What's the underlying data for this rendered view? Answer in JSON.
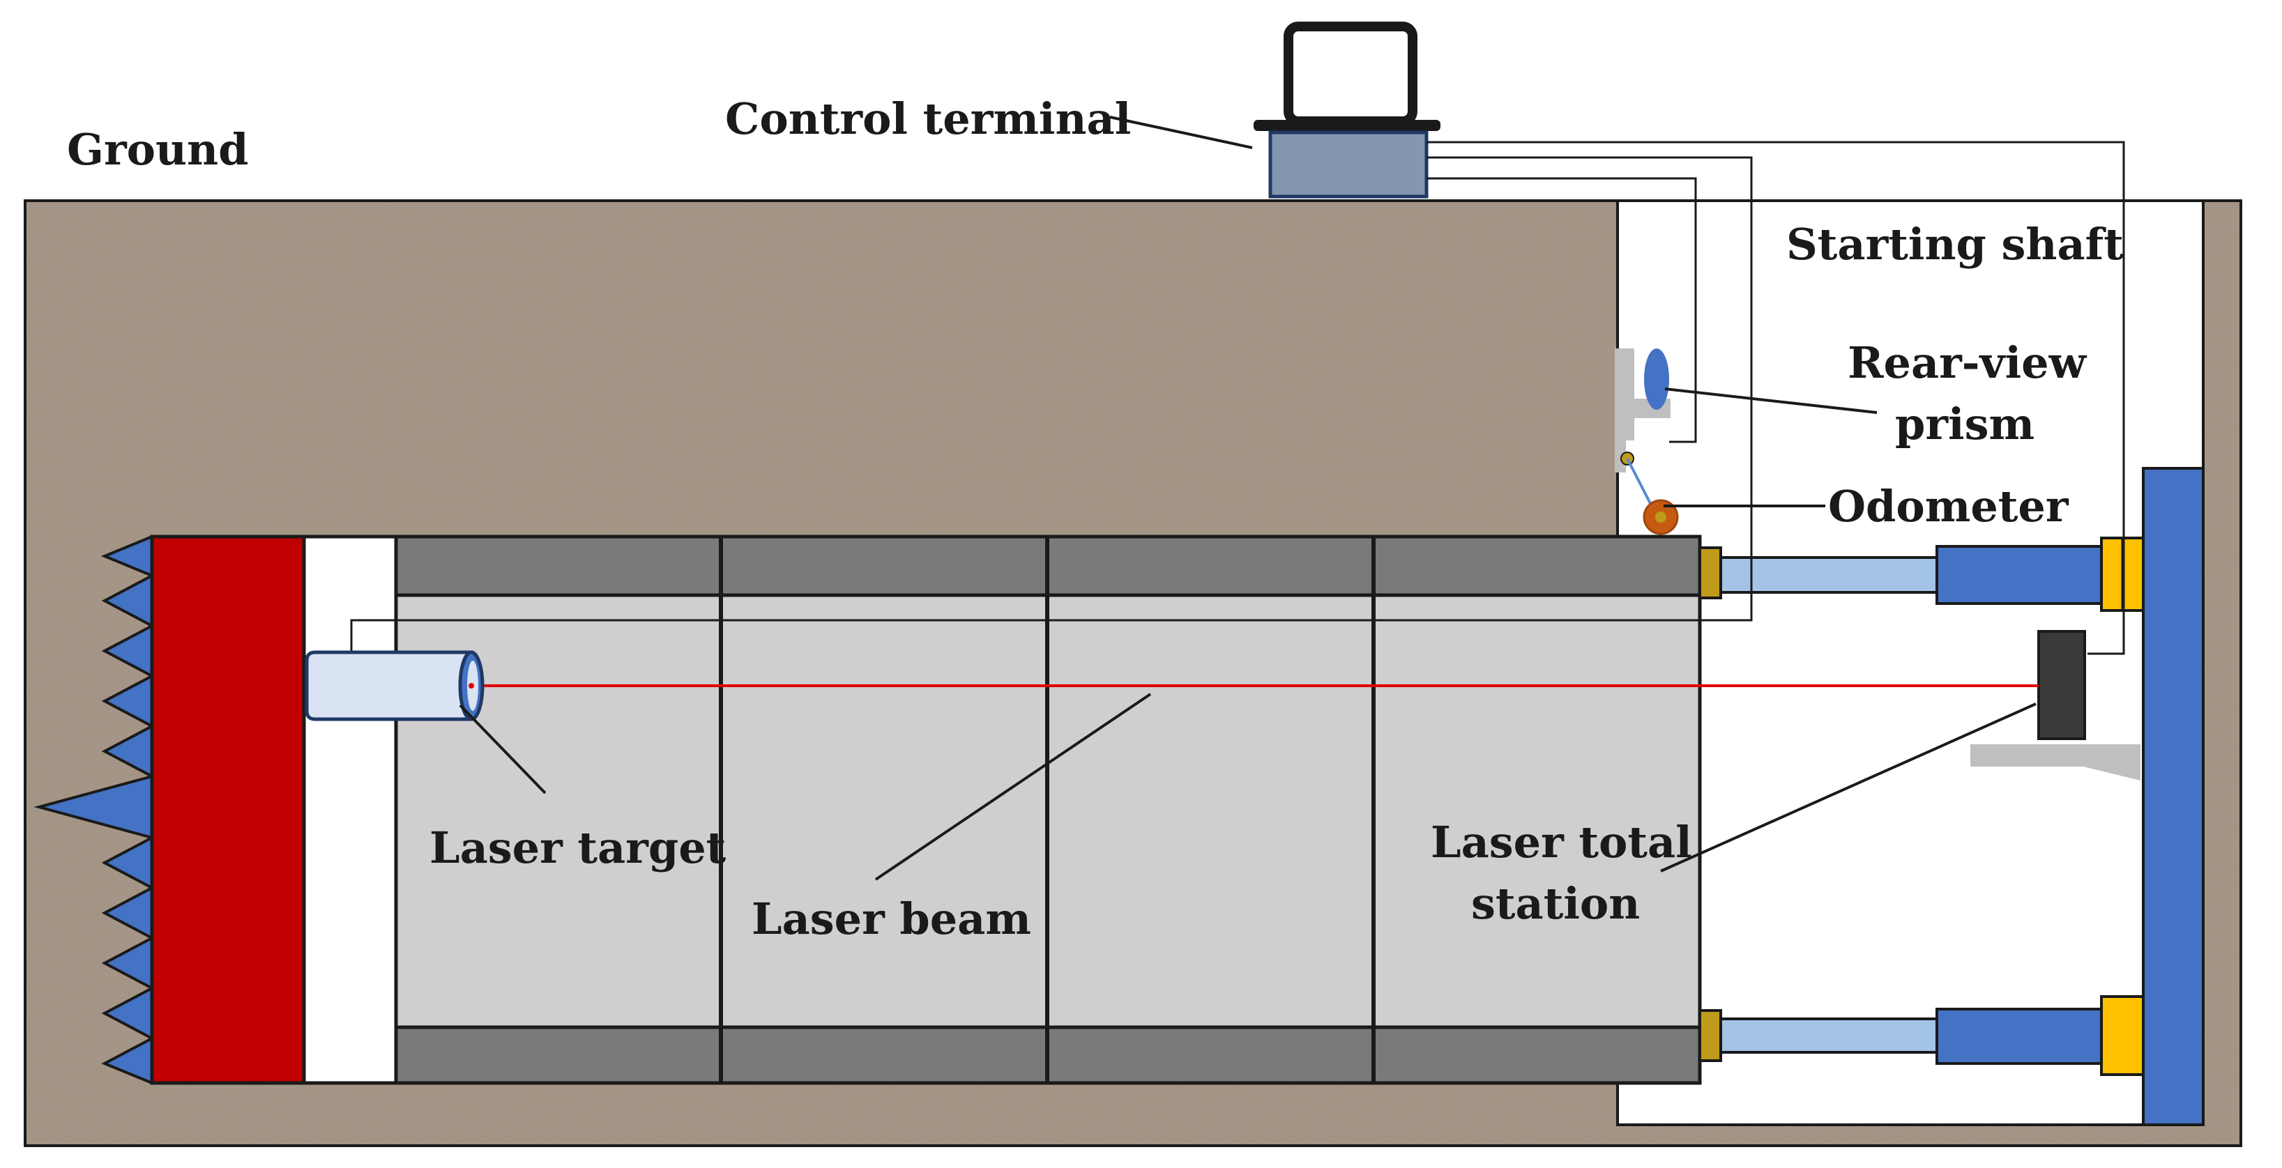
{
  "labels": {
    "ground": "Ground",
    "control_terminal": "Control terminal",
    "starting_shaft": "Starting shaft",
    "rear_view_prism_line1": "Rear-view",
    "rear_view_prism_line2": "prism",
    "odometer": "Odometer",
    "laser_target": "Laser target",
    "laser_beam": "Laser beam",
    "laser_total_station_line1": "Laser total",
    "laser_total_station_line2": "station"
  },
  "colors": {
    "soil": "#a39383",
    "cutter_head": "#c00000",
    "teeth": "#4472c4",
    "pipe_wall": "#7a7a7a",
    "pipe_inner": "#d0cecf",
    "laser_beam": "#e00000",
    "jack_rod": "#a4c4e6",
    "jack_cylinder": "#4472c4",
    "jack_connector": "#c09a1a",
    "jack_end": "#ffc000",
    "terminal_box": "#8497b0",
    "odometer": "#c55a11",
    "bracket": "#bfbfbf",
    "station_body": "#3a3a3a"
  }
}
